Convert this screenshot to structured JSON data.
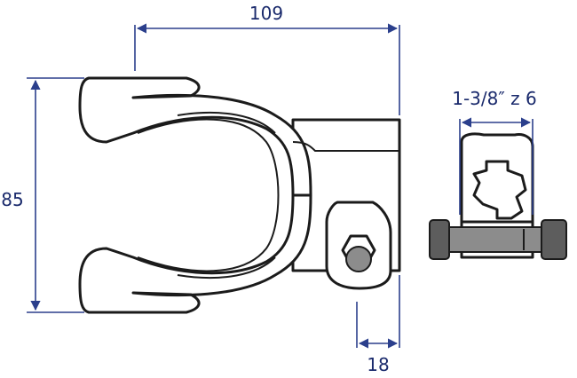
{
  "dimensions": {
    "length": "109",
    "height": "85",
    "offset": "18",
    "bore": "1-3/8″ z 6"
  },
  "colors": {
    "dimension_line": "#2b3f8c",
    "dimension_text": "#1a2a6c",
    "outline": "#1b1b1b",
    "bolt": "#8c8c8c"
  }
}
